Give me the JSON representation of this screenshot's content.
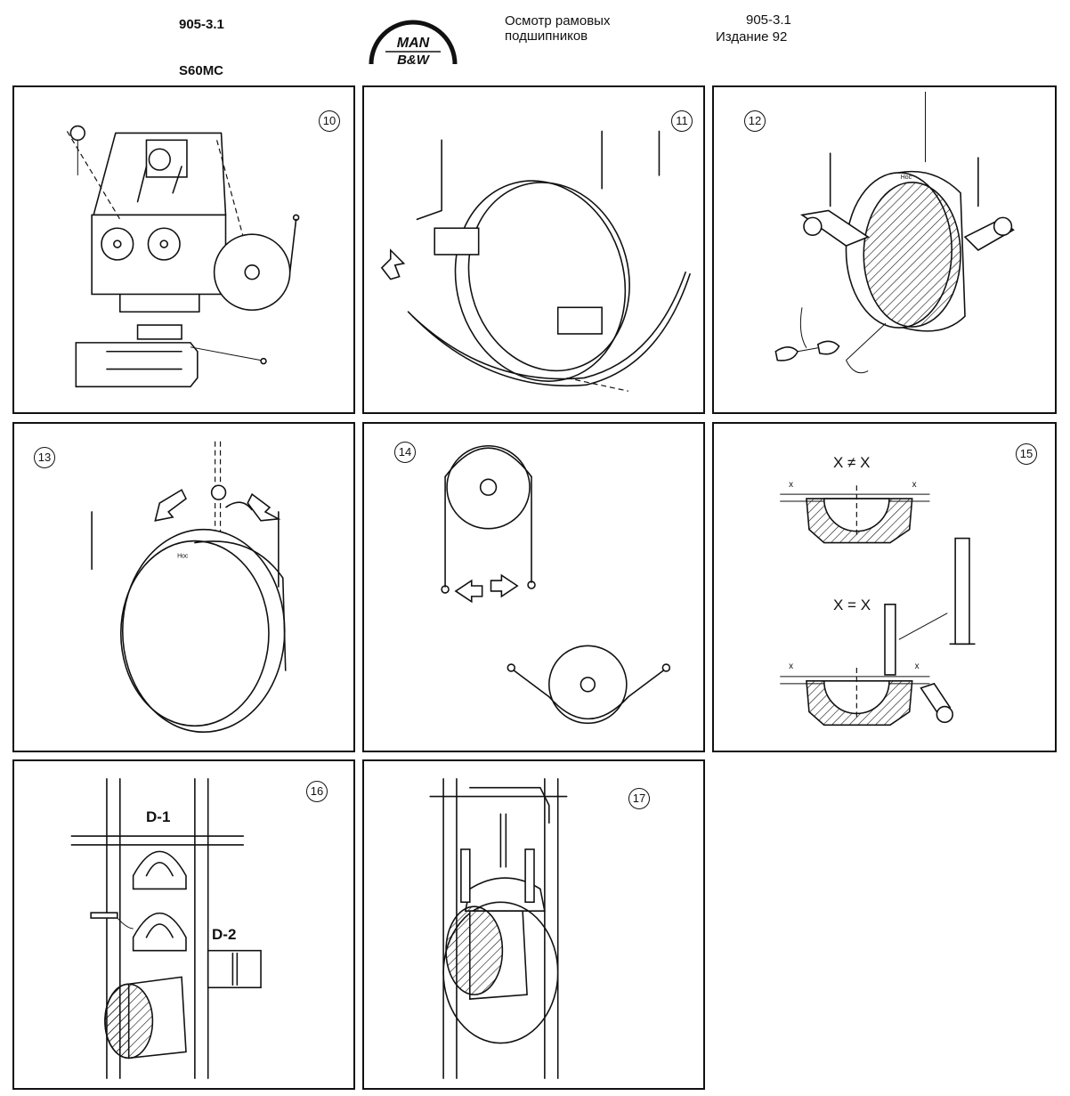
{
  "header": {
    "code_left": "905-3.1",
    "model": "S60MC",
    "title_line1": "Осмотр рамовых",
    "title_line2": "подшипников",
    "code_right": "905-3.1",
    "edition": "Издание 92",
    "logo_top": "MAN",
    "logo_bottom": "B&W"
  },
  "panels": [
    {
      "step": "10"
    },
    {
      "step": "11"
    },
    {
      "step": "12",
      "mark": "Нос"
    },
    {
      "step": "13",
      "mark": "Нос"
    },
    {
      "step": "14"
    },
    {
      "step": "15",
      "formula_top": "X ≠ X",
      "formula_bottom": "X = X",
      "dim": "x"
    },
    {
      "step": "16",
      "label_d1": "D-1",
      "label_d2": "D-2"
    },
    {
      "step": "17"
    }
  ]
}
